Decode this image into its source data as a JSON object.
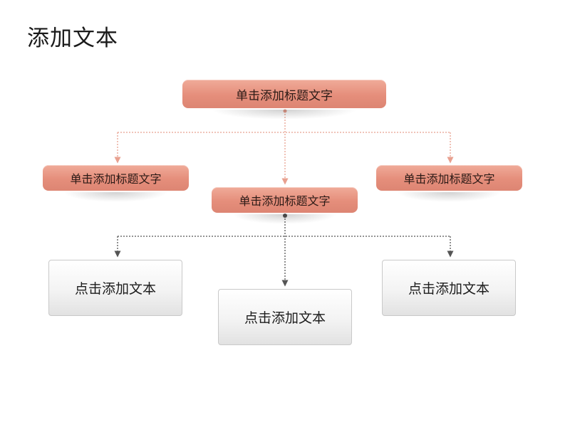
{
  "title": "添加文本",
  "top_node": {
    "label": "单击添加标题文字"
  },
  "level2": [
    {
      "label": "单击添加标题文字"
    },
    {
      "label": "单击添加标题文字"
    },
    {
      "label": "单击添加标题文字"
    }
  ],
  "boxes": [
    {
      "label": "点击添加文本"
    },
    {
      "label": "点击添加文本"
    },
    {
      "label": "点击添加文本"
    }
  ],
  "colors": {
    "pill": "#e58e7b",
    "connector_top": "#e8a08f",
    "connector_bottom": "#555555"
  }
}
